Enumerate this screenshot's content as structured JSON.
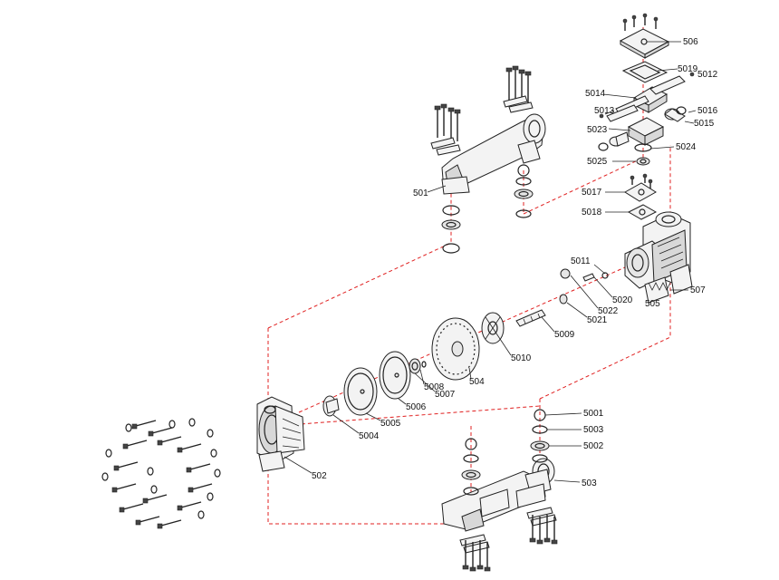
{
  "labels": {
    "l501": "501",
    "l502": "502",
    "l503": "503",
    "l504": "504",
    "l505": "505",
    "l506": "506",
    "l507": "507",
    "l5001": "5001",
    "l5002": "5002",
    "l5003": "5003",
    "l5004": "5004",
    "l5005": "5005",
    "l5006": "5006",
    "l5007": "5007",
    "l5008": "5008",
    "l5009": "5009",
    "l5010": "5010",
    "l5011": "5011",
    "l5012": "5012",
    "l5013": "5013",
    "l5014": "5014",
    "l5015": "5015",
    "l5016": "5016",
    "l5017": "5017",
    "l5018": "5018",
    "l5019": "5019",
    "l5020": "5020",
    "l5021": "5021",
    "l5022": "5022",
    "l5023": "5023",
    "l5024": "5024",
    "l5025": "5025"
  },
  "colors": {
    "ink": "#222222",
    "flow_line": "#e02020",
    "background": "#ffffff"
  }
}
